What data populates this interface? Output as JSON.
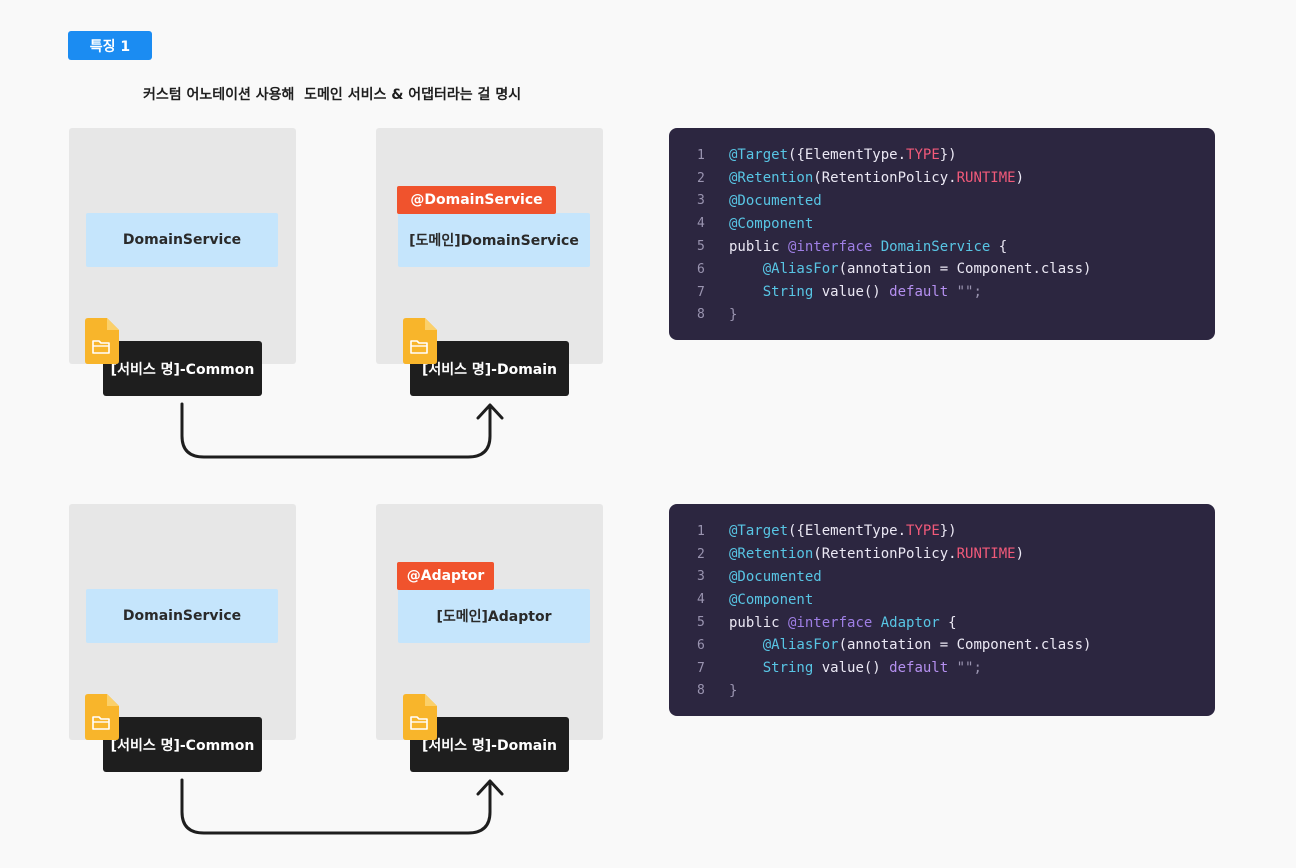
{
  "header": {
    "badge": "특징 1",
    "subtitle": "커스텀 어노테이션 사용해  도메인 서비스 & 어댑터라는 걸 명시"
  },
  "rows": [
    {
      "left_service": "DomainService",
      "left_module": "[서비스 명]-Common",
      "right_annotation": "@DomainService",
      "right_service": "[도메인]DomainService",
      "right_module": "[서비스 명]-Domain",
      "code": {
        "line_numbers": [
          "1",
          "2",
          "3",
          "4",
          "5",
          "6",
          "7",
          "8"
        ],
        "l1": {
          "a": "@Target",
          "b": "({ElementType.",
          "c": "TYPE",
          "d": "})"
        },
        "l2": {
          "a": "@Retention",
          "b": "(RetentionPolicy.",
          "c": "RUNTIME",
          "d": ")"
        },
        "l3": {
          "a": "@Documented"
        },
        "l4": {
          "a": "@Component"
        },
        "l5": {
          "a": "public ",
          "b": "@interface ",
          "c": "DomainService",
          "d": " {"
        },
        "l6": {
          "a": "    @AliasFor",
          "b": "(annotation = Component.class)"
        },
        "l7": {
          "a": "    String",
          "b": " value() ",
          "c": "default",
          "d": " \"\";"
        },
        "l8": {
          "a": "}"
        }
      }
    },
    {
      "left_service": "DomainService",
      "left_module": "[서비스 명]-Common",
      "right_annotation": "@Adaptor",
      "right_service": "[도메인]Adaptor",
      "right_module": "[서비스 명]-Domain",
      "code": {
        "line_numbers": [
          "1",
          "2",
          "3",
          "4",
          "5",
          "6",
          "7",
          "8"
        ],
        "l1": {
          "a": "@Target",
          "b": "({ElementType.",
          "c": "TYPE",
          "d": "})"
        },
        "l2": {
          "a": "@Retention",
          "b": "(RetentionPolicy.",
          "c": "RUNTIME",
          "d": ")"
        },
        "l3": {
          "a": "@Documented"
        },
        "l4": {
          "a": "@Component"
        },
        "l5": {
          "a": "public ",
          "b": "@interface ",
          "c": "Adaptor",
          "d": " {"
        },
        "l6": {
          "a": "    @AliasFor",
          "b": "(annotation = Component.class)"
        },
        "l7": {
          "a": "    String",
          "b": " value() ",
          "c": "default",
          "d": " \"\";"
        },
        "l8": {
          "a": "}"
        }
      }
    }
  ],
  "colors": {
    "badge": "#1b8cf2",
    "annotation_tag": "#f0532d",
    "service_box": "#c5e5fc",
    "module_box": "#1e1e1e",
    "code_bg": "#2c2640",
    "folder": "#f8b52b"
  },
  "icons": {
    "folder": "folder-icon",
    "arrow": "curved-arrow-up-icon"
  }
}
